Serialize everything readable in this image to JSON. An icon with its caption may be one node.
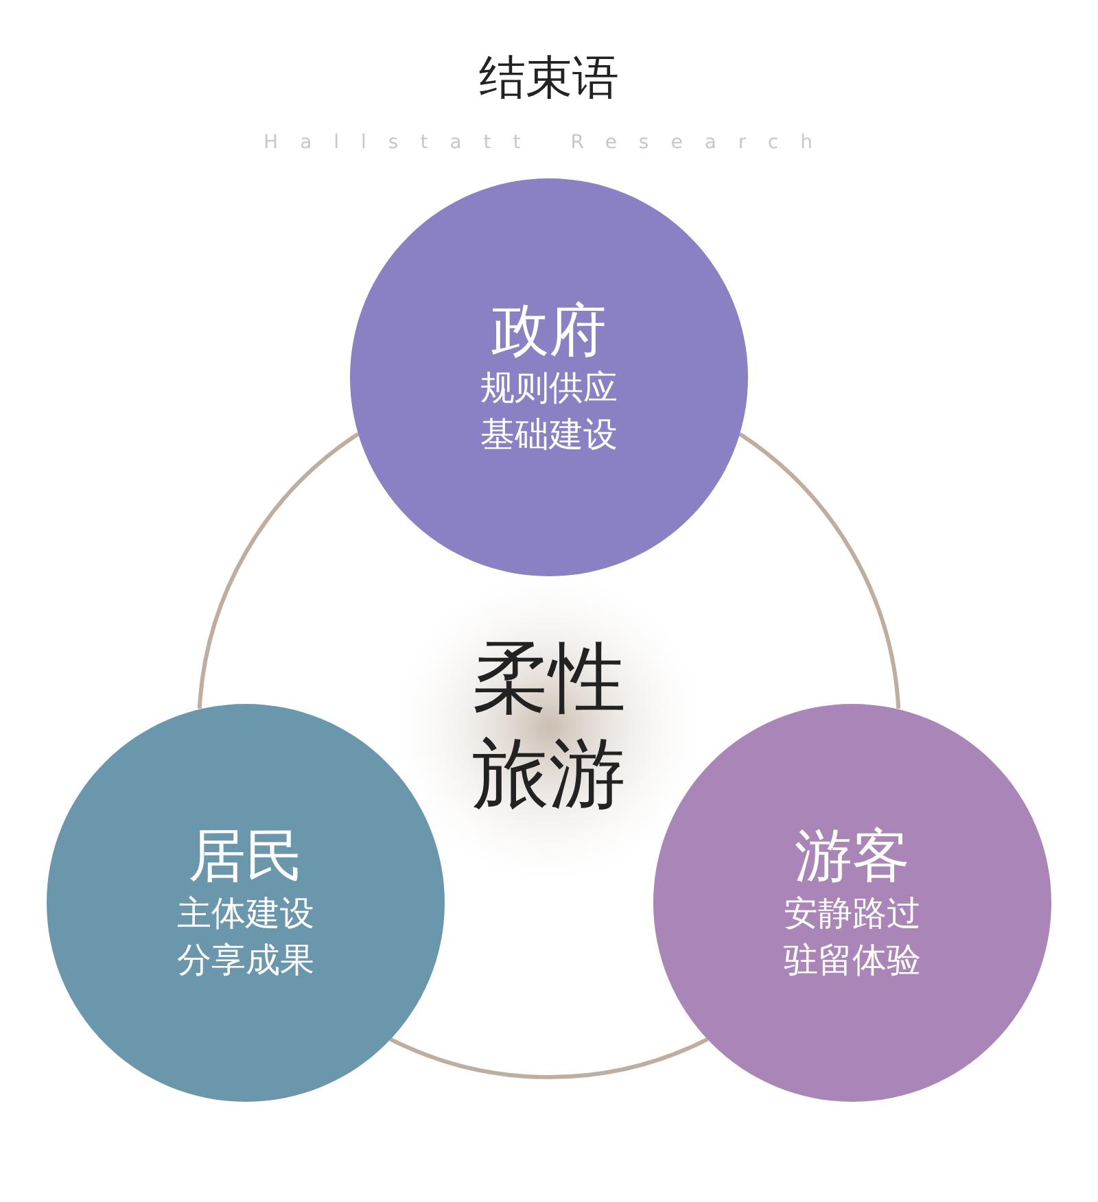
{
  "diagram": {
    "title": "结束语",
    "nodes": [
      {
        "text": [
          "政府",
          "规则供应基础建设"
        ]
      },
      {
        "text": [
          "柔性旅游"
        ]
      },
      {
        "text": [
          "居民",
          "主体建设分享成果"
        ]
      },
      {
        "text": [
          "游客",
          "安静路过驻留体验"
        ]
      }
    ],
    "edges": [
      {
        "from": 0,
        "to": 3,
        "arrow": "none"
      },
      {
        "from": 3,
        "to": 2,
        "arrow": "none"
      },
      {
        "from": 2,
        "to": 0,
        "arrow": "none"
      }
    ],
    "labels": [
      "Hallstatt Research"
    ]
  }
}
